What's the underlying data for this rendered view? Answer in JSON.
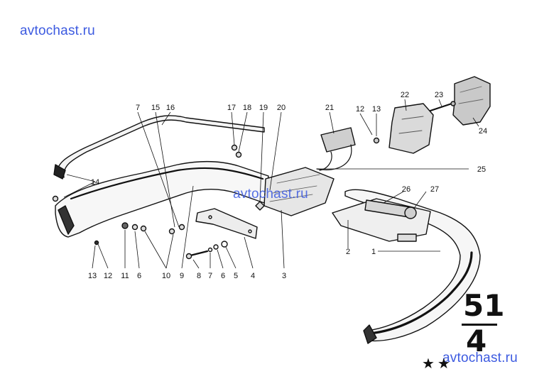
{
  "watermarks": {
    "top": "avtochast.ru",
    "middle": "avtochast.ru",
    "bottom": "avtochast.ru"
  },
  "section": {
    "main": "51",
    "sub": "4",
    "stars": "★★"
  },
  "callouts": [
    "7",
    "15",
    "16",
    "17",
    "18",
    "19",
    "20",
    "21",
    "12",
    "13",
    "22",
    "23",
    "24",
    "25",
    "14",
    "26",
    "27",
    "2",
    "1",
    "13",
    "12",
    "11",
    "6",
    "10",
    "9",
    "8",
    "7",
    "6",
    "5",
    "4",
    "3"
  ],
  "colors": {
    "ink": "#111111",
    "watermark": "#3c5ae0",
    "paper": "#ffffff"
  }
}
